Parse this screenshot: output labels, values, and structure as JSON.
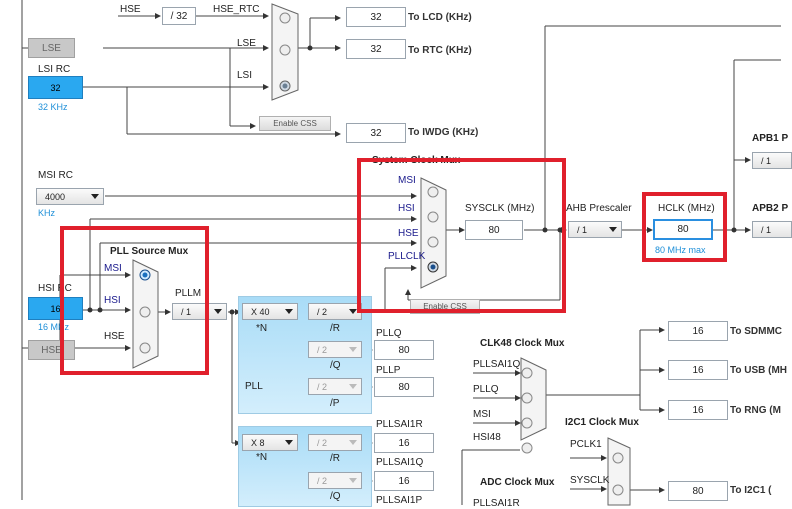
{
  "clocks": {
    "hse_label": "HSE",
    "hse_div": "/ 32",
    "hse_rtc": "HSE_RTC",
    "lse_osc": "LSE",
    "lsi_rc_label": "LSI RC",
    "lsi_value": "32",
    "lsi_freq": "32 KHz",
    "lse_line": "LSE",
    "lsi_line": "LSI",
    "lcd_value": "32",
    "lcd_to": "To LCD (KHz)",
    "rtc_value": "32",
    "rtc_to": "To RTC (KHz)",
    "enable_css_1": "Enable CSS",
    "iwdg_value": "32",
    "iwdg_to": "To IWDG (KHz)",
    "msi_rc_label": "MSI RC",
    "msi_value": "4000",
    "msi_unit": "KHz",
    "system_clock_mux": "System Clock Mux",
    "sys_msi": "MSI",
    "sys_hsi": "HSI",
    "sys_hse": "HSE",
    "sys_pllclk": "PLLCLK",
    "sysclk_label": "SYSCLK (MHz)",
    "sysclk_value": "80",
    "enable_css_2": "Enable CSS",
    "ahb_prescaler_label": "AHB Prescaler",
    "ahb_prescaler_value": "/ 1",
    "hclk_label": "HCLK (MHz)",
    "hclk_value": "80",
    "hclk_max": "80 MHz max",
    "apb1_label": "APB1 P",
    "apb1_value": "/ 1",
    "apb2_label": "APB2 P",
    "apb2_value": "/ 1",
    "hsi_rc_label": "HSI RC",
    "hsi_value": "16",
    "hsi_freq": "16 MHz",
    "hse_osc": "HSE",
    "pll_source_mux": "PLL Source Mux",
    "pll_msi": "MSI",
    "pll_hsi": "HSI",
    "pll_hse": "HSE",
    "pllm_label": "PLLM",
    "pllm_value": "/ 1",
    "pll_n_value": "X 40",
    "pll_n_label": "*N",
    "pll_r_value": "/ 2",
    "pll_r_label": "/R",
    "pll_q_value": "/ 2",
    "pll_q_label": "/Q",
    "pll_p_value": "/ 2",
    "pll_p_label": "/P",
    "pll_label": "PLL",
    "pllq_label": "PLLQ",
    "pllq_value": "80",
    "pllp_label": "PLLP",
    "pllp_value": "80",
    "pllsai1_n_value": "X 8",
    "pllsai1_n_label": "*N",
    "pllsai1_r_value": "/ 2",
    "pllsai1_r_label": "/R",
    "pllsai1_q_value": "/ 2",
    "pllsai1_q_label": "/Q",
    "pllsai1r_label": "PLLSAI1R",
    "pllsai1r_value": "16",
    "pllsai1q_label": "PLLSAI1Q",
    "pllsai1q_value": "16",
    "pllsai1p_label": "PLLSAI1P",
    "clk48_mux": "CLK48 Clock Mux",
    "clk48_pllsai1q": "PLLSAI1Q",
    "clk48_pllq": "PLLQ",
    "clk48_msi": "MSI",
    "clk48_hsi48": "HSI48",
    "sdmmc_value": "16",
    "sdmmc_to": "To SDMMC",
    "usb_value": "16",
    "usb_to": "To USB (MH",
    "rng_value": "16",
    "rng_to": "To RNG (M",
    "i2c1_mux": "I2C1 Clock Mux",
    "i2c1_pclk1": "PCLK1",
    "i2c1_sysclk": "SYSCLK",
    "i2c1_value": "80",
    "i2c1_to": "To I2C1 (",
    "adc_mux": "ADC Clock Mux",
    "adc_pllsai1r": "PLLSAI1R"
  }
}
